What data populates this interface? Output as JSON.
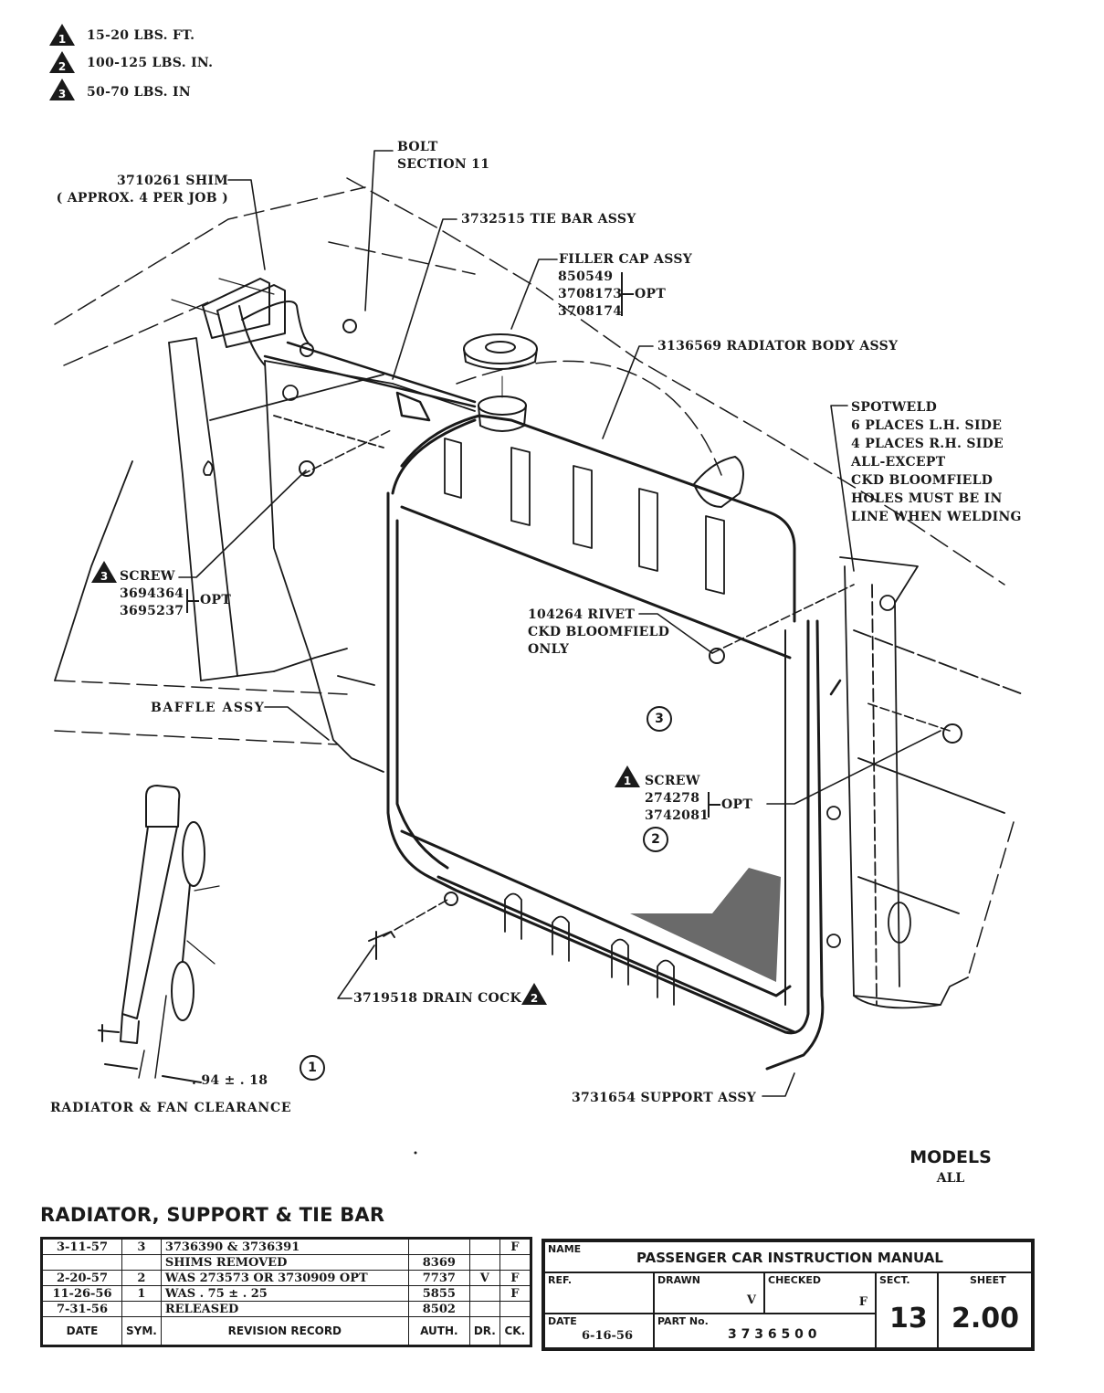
{
  "torque_legend": [
    {
      "symbol": "1",
      "text": "15-20 LBS. FT."
    },
    {
      "symbol": "2",
      "text": "100-125 LBS. IN."
    },
    {
      "symbol": "3",
      "text": "50-70 LBS. IN"
    }
  ],
  "callouts": {
    "shim": {
      "line1": "3710261 SHIM",
      "line2": "( APPROX. 4 PER JOB )"
    },
    "bolt": {
      "line1": "BOLT",
      "line2": "SECTION 11"
    },
    "tie_bar": "3732515 TIE BAR ASSY",
    "filler_cap": {
      "title": "FILLER CAP ASSY",
      "parts": [
        "850549",
        "3708173",
        "3708174"
      ],
      "opt": "OPT"
    },
    "radiator_body": "3136569 RADIATOR BODY ASSY",
    "spotweld": [
      "SPOTWELD",
      "6 PLACES L.H. SIDE",
      "4 PLACES R.H. SIDE",
      "ALL-EXCEPT",
      "CKD BLOOMFIELD",
      "HOLES MUST BE IN",
      "LINE WHEN WELDING"
    ],
    "screw_left": {
      "symbol": "3",
      "title": "SCREW",
      "parts": [
        "3694364",
        "3695237"
      ],
      "opt": "OPT"
    },
    "rivet": [
      "104264 RIVET",
      "CKD BLOOMFIELD",
      "ONLY"
    ],
    "baffle": "BAFFLE ASSY",
    "note_3": "3",
    "screw_right": {
      "symbol": "1",
      "title": "SCREW",
      "parts": [
        "274278",
        "3742081"
      ],
      "opt": "OPT"
    },
    "note_2": "2",
    "drain_cock": {
      "text": "3719518 DRAIN COCK",
      "symbol": "2"
    },
    "clearance": {
      "value": ". 94 ± . 18",
      "note": "1",
      "caption": "RADIATOR & FAN CLEARANCE"
    },
    "support": "3731654 SUPPORT ASSY"
  },
  "models": {
    "label": "MODELS",
    "value": "ALL"
  },
  "title": "RADIATOR, SUPPORT & TIE BAR",
  "revision_table": {
    "headers": {
      "date": "DATE",
      "sym": "SYM.",
      "record": "REVISION RECORD",
      "auth": "AUTH.",
      "dr": "DR.",
      "ck": "CK."
    },
    "rows": [
      {
        "date": "3-11-57",
        "sym": "3",
        "record": "3736390 & 3736391",
        "auth": "",
        "dr": "",
        "ck": "F"
      },
      {
        "date": "",
        "sym": "",
        "record": "SHIMS REMOVED",
        "auth": "8369",
        "dr": "",
        "ck": ""
      },
      {
        "date": "2-20-57",
        "sym": "2",
        "record": "WAS 273573 OR 3730909 OPT",
        "auth": "7737",
        "dr": "V",
        "ck": "F"
      },
      {
        "date": "11-26-56",
        "sym": "1",
        "record": "WAS . 75 ± . 25",
        "auth": "5855",
        "dr": "",
        "ck": "F"
      },
      {
        "date": "7-31-56",
        "sym": "",
        "record": "RELEASED",
        "auth": "8502",
        "dr": "",
        "ck": ""
      }
    ]
  },
  "title_block": {
    "name_label": "NAME",
    "name_value": "PASSENGER CAR INSTRUCTION MANUAL",
    "ref_label": "REF.",
    "ref_value": "",
    "drawn_label": "DRAWN",
    "drawn_value": "V",
    "checked_label": "CHECKED",
    "checked_value": "F",
    "date_label": "DATE",
    "date_value": "6-16-56",
    "part_label": "PART No.",
    "part_value": "3 7 3 6 5 0 0",
    "sect_label": "SECT.",
    "sect_value": "13",
    "sheet_label": "SHEET",
    "sheet_value": "2.00"
  }
}
